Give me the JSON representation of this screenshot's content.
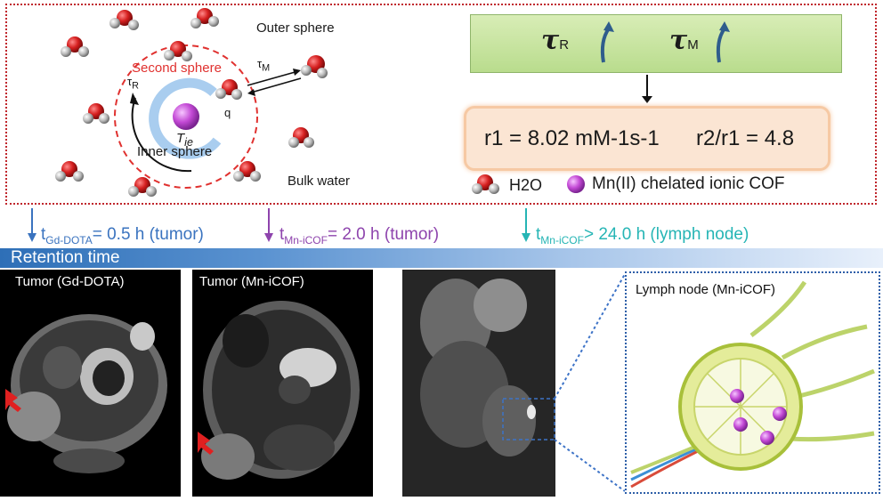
{
  "mechanism": {
    "outer_sphere": "Outer sphere",
    "second_sphere": "Second sphere",
    "inner_sphere": "Inner sphere",
    "bulk_water": "Bulk water",
    "tau_m_base": "τ",
    "tau_m_sub": "M",
    "tau_r_base": "τ",
    "tau_r_sub": "R",
    "t_ie_base": "T",
    "t_ie_sub": "ie",
    "q": "q"
  },
  "tau_box": {
    "tau_r_base": "τ",
    "tau_r_sub": "R",
    "tau_m_base": "τ",
    "tau_m_sub": "M"
  },
  "relaxivity": {
    "r1_text": "r1 = 8.02 mM-1s-1",
    "ratio_text": "r2/r1 = 4.8"
  },
  "legend": {
    "water": "H2O",
    "mn": "Mn(II) chelated ionic COF"
  },
  "retention": {
    "label": "Retention time",
    "items": [
      {
        "base": "t",
        "sub": "Gd-DOTA",
        "rest": "= 0.5 h (tumor)",
        "color": "#3a73bf"
      },
      {
        "base": "t",
        "sub": "Mn-iCOF",
        "rest": "= 2.0 h (tumor)",
        "color": "#8e44ad"
      },
      {
        "base": "t",
        "sub": "Mn-iCOF",
        "rest": "> 24.0 h (lymph node)",
        "color": "#26b5b5"
      }
    ]
  },
  "panels": {
    "gd": "Tumor (Gd-DOTA)",
    "mn": "Tumor (Mn-iCOF)",
    "lymph": "Lymph node (Mn-iCOF)"
  },
  "colors": {
    "frame": "#c0272d",
    "mn_ball": "#c44ad6",
    "oxygen": "#d51f1f",
    "hydrogen": "#9a9a9a",
    "shell": "#a9cdef"
  }
}
